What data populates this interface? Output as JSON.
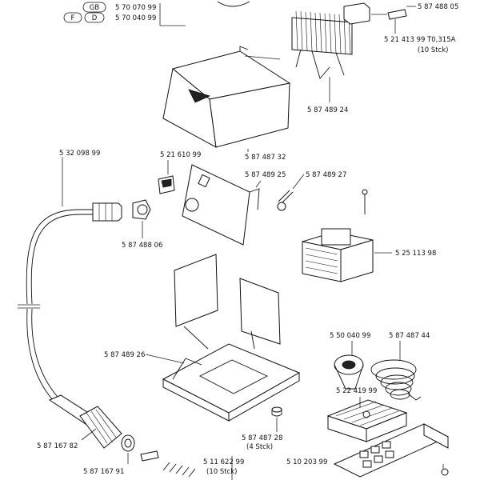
{
  "language_codes": [
    {
      "code": "GB",
      "number": "5 70 070 99"
    },
    {
      "code": "F",
      "number": ""
    },
    {
      "code": "D",
      "number": "5 70 040 99"
    }
  ],
  "labels": {
    "fuse_holder": "5 87 488 05",
    "fuse": "5 21 413 99  T0,315A",
    "fuse_qty": "(10 Stck)",
    "heatsink": "5 87 489 24",
    "cover": "5 87 487 32",
    "cable": "5 32 098 99",
    "switch": "5 21 610 99",
    "front_panel": "5 87 489 25",
    "led": "5 87 489 27",
    "socket": "5 87 488 06",
    "transformer": "5 25 113 98",
    "base": "5 87 489 26",
    "holder": "5 50 040 99",
    "spiral": "5 87 487 44",
    "sponge": "5 22 419 99",
    "feet": "5 87 487 28",
    "feet_qty": "(4 Stck)",
    "iron": "5 87 167 82",
    "nut": "5 87 167 91",
    "tips": "5 11 622 99",
    "tips_qty": "(10 Stck)",
    "stand": "5 10 203 99"
  }
}
